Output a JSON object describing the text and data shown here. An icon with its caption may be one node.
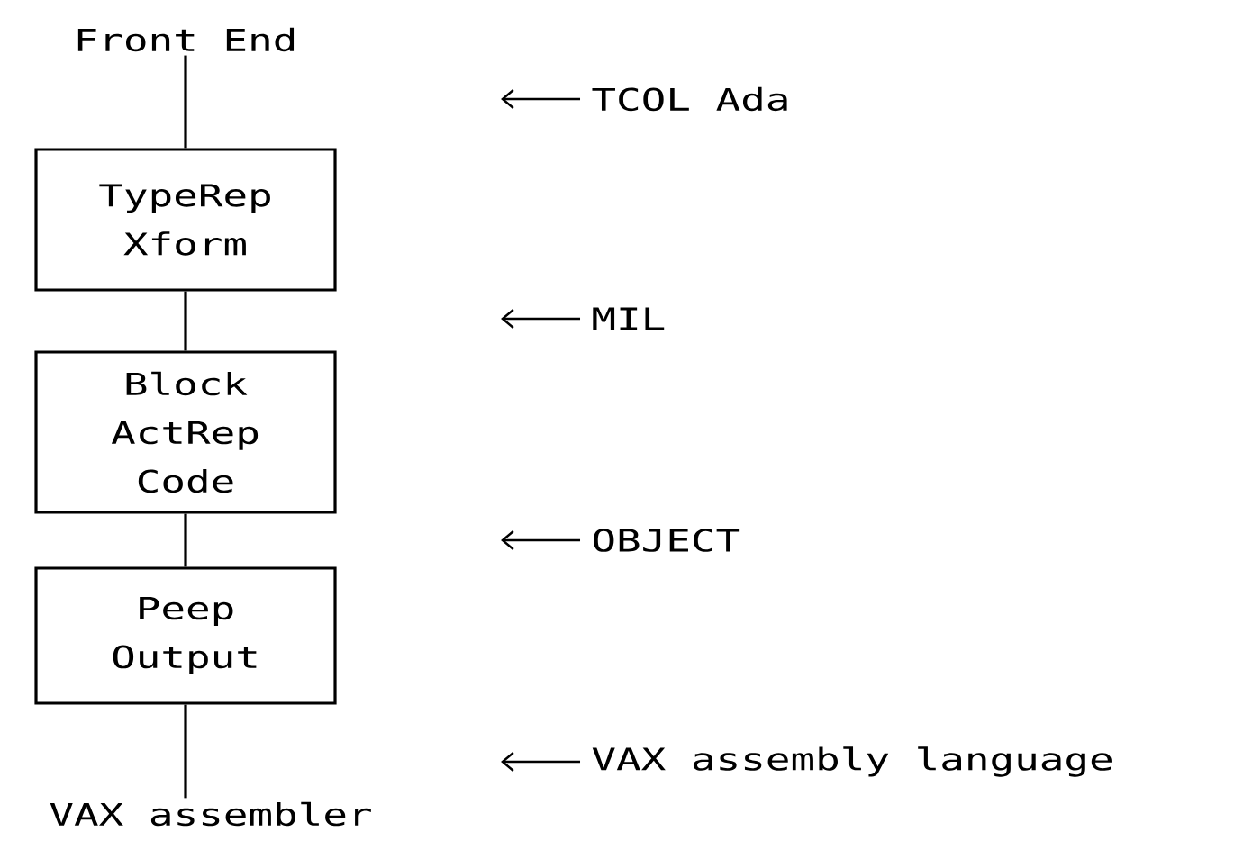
{
  "diagram": {
    "nodes": [
      {
        "text": [
          "Front End"
        ]
      },
      {
        "text": [
          "TypeRep Xform"
        ]
      },
      {
        "text": [
          "Block ActRep Code"
        ]
      },
      {
        "text": [
          "Peep Output"
        ]
      },
      {
        "text": [
          "VAX assembler"
        ]
      },
      {
        "text": [
          "TCOL Ada"
        ]
      },
      {
        "text": [
          "MIL"
        ]
      },
      {
        "text": [
          "OBJECT"
        ]
      },
      {
        "text": [
          "VAX assembly language"
        ]
      }
    ],
    "edges": [
      {
        "from": 0,
        "to": 1,
        "arrow": "none"
      },
      {
        "from": 1,
        "to": 2,
        "arrow": "none"
      },
      {
        "from": 2,
        "to": 3,
        "arrow": "none"
      },
      {
        "from": 3,
        "to": 4,
        "arrow": "none"
      },
      {
        "from": 5,
        "to": null,
        "arrow": "to"
      },
      {
        "from": 6,
        "to": null,
        "arrow": "to"
      },
      {
        "from": 7,
        "to": null,
        "arrow": "to"
      },
      {
        "from": 8,
        "to": null,
        "arrow": "to"
      }
    ]
  }
}
